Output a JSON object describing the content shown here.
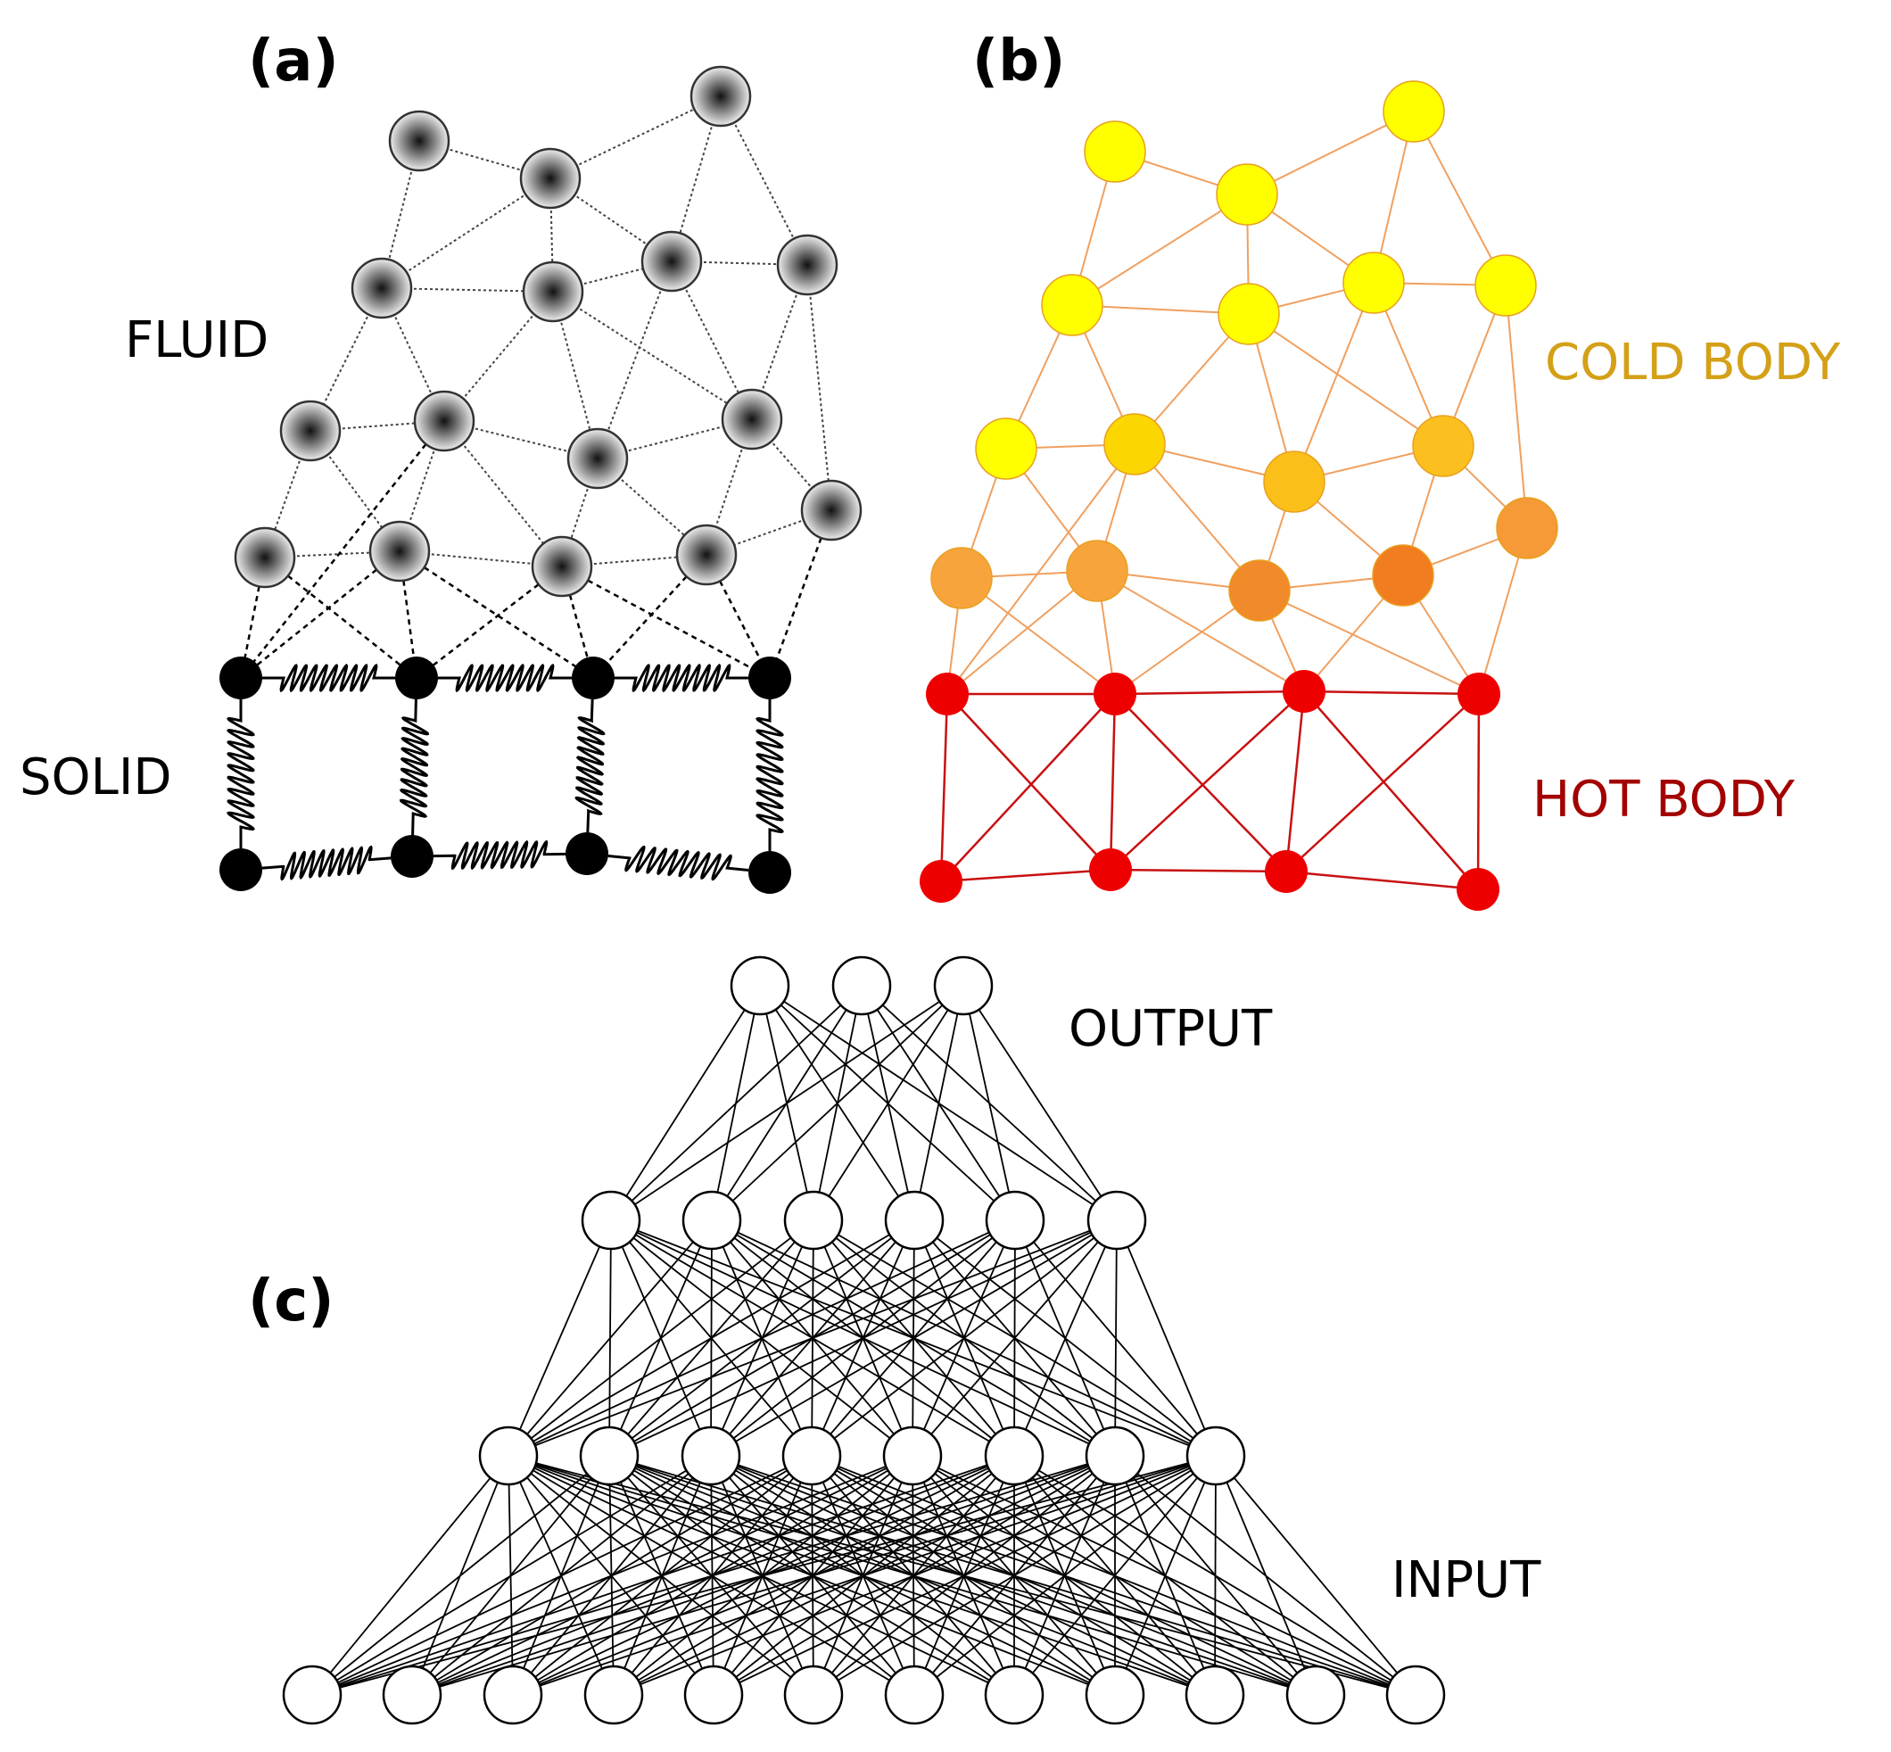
{
  "panels": {
    "a": {
      "label": "(a)",
      "fluid_label": "FLUID",
      "solid_label": "SOLID",
      "colors": {
        "fluid_dark": "#111111",
        "fluid_light": "#e6e6e6",
        "solid": "#000000"
      }
    },
    "b": {
      "label": "(b)",
      "cold_label": "COLD BODY",
      "hot_label": "HOT BODY",
      "colors": {
        "cold_text": "#d4a017",
        "hot_text": "#a30000",
        "cold_edge": "#f0a060",
        "hot_node": "#ee0000",
        "hot_edge": "#c81010"
      }
    },
    "c": {
      "label": "(c)",
      "output_label": "OUTPUT",
      "input_label": "INPUT",
      "layer_sizes": [
        3,
        6,
        8,
        12
      ]
    }
  }
}
